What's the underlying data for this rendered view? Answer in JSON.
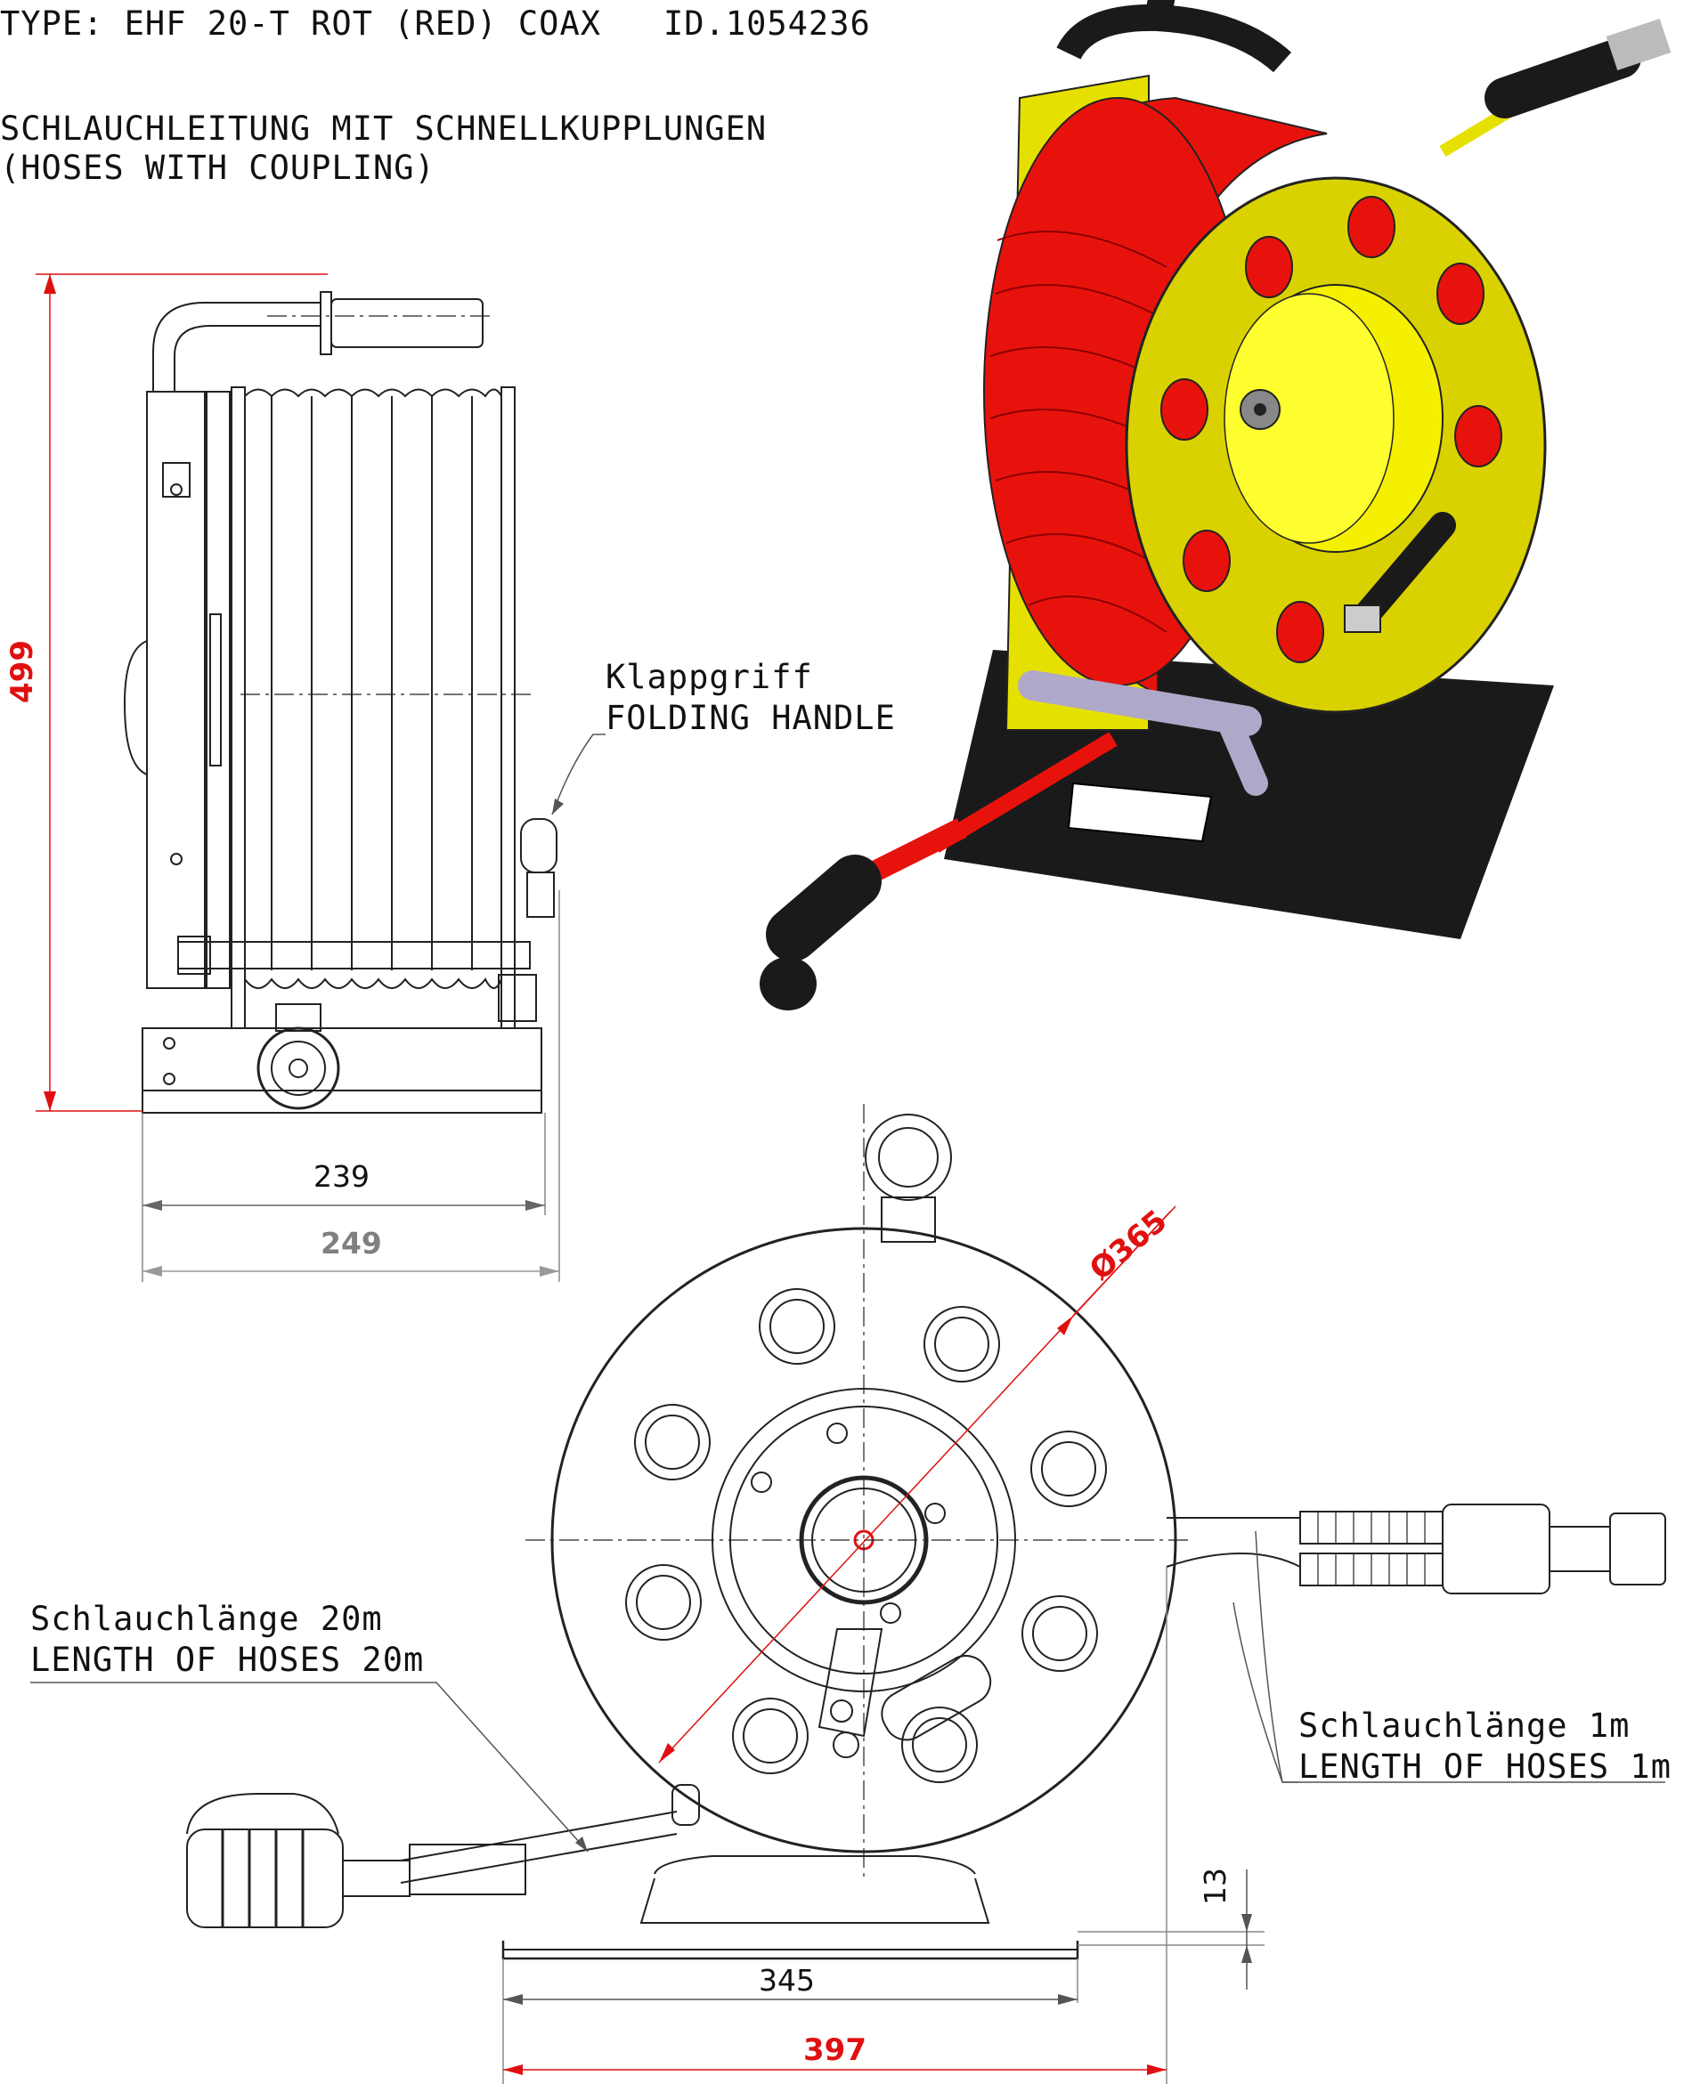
{
  "header": {
    "type_line": "TYPE: EHF 20-T ROT (RED) COAX",
    "id_line": "ID.1054236",
    "title_de": "SCHLAUCHLEITUNG MIT SCHNELLKUPPLUNGEN",
    "title_en": "(HOSES WITH COUPLING)"
  },
  "callouts": {
    "handle_de": "Klappgriff",
    "handle_en": "FOLDING HANDLE",
    "hose20_de": "Schlauchlänge 20m",
    "hose20_en": "LENGTH OF HOSES 20m",
    "hose1_de": "Schlauchlänge 1m",
    "hose1_en": "LENGTH OF HOSES 1m"
  },
  "dimensions": {
    "height": "499",
    "width_inner": "239",
    "width_outer": "249",
    "diameter": "Ø365",
    "base_offset": "13",
    "base_inner": "345",
    "base_outer": "397"
  },
  "colors": {
    "hose_red": "#e8120c",
    "drum_yellow": "#e6e000",
    "dimension_red": "#e01010",
    "dimension_grey": "#808080",
    "base_black": "#1a1a1a"
  }
}
